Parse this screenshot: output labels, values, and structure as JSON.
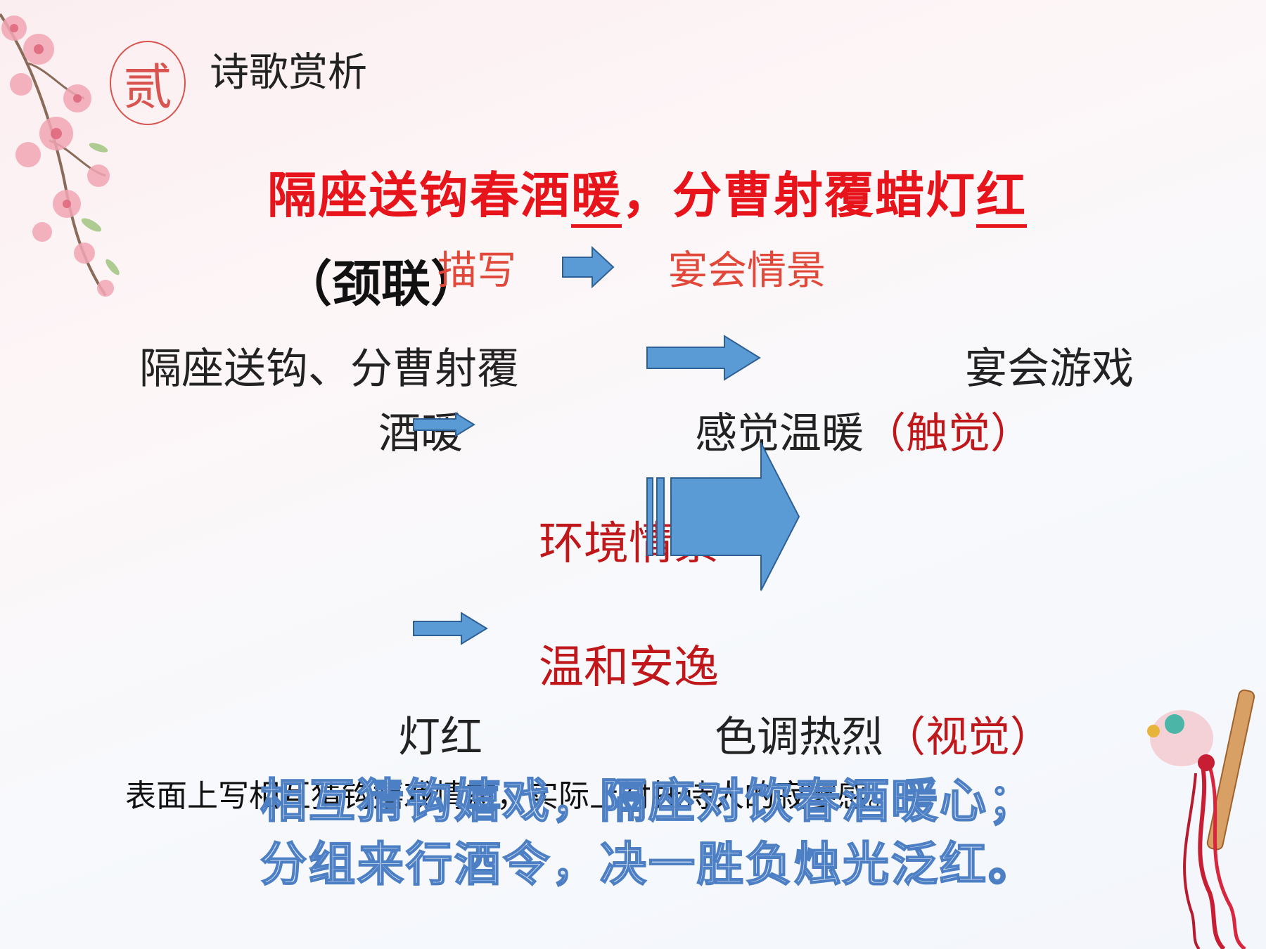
{
  "header": {
    "badge": "贰",
    "title": "诗歌赏析"
  },
  "poem": {
    "part1": "隔座送钩春酒",
    "part1_underlined": "暖",
    "part2": "，分曹射覆蜡灯",
    "part2_underlined": "红",
    "label": "（颈联）"
  },
  "flow": {
    "describe": "描写",
    "banquet_scene": "宴会情景",
    "row1_left": "隔座送钩、分曹射覆",
    "row1_right": "宴会游戏",
    "row2_left": "酒暖",
    "row2_right": "感觉温暖",
    "row2_right_sense": "（触觉）",
    "environment": "环境情景",
    "mood": "温和安逸",
    "row3_left": "灯红",
    "row3_right": "色调热烈",
    "row3_right_sense": "（视觉）"
  },
  "summary": "表面上写相互猜钩嬉戏情态，实际上衬托诗人的寂寥感。",
  "translation": {
    "line1": "相互猜钩嬉戏，隔座对饮春酒暖心；",
    "line2": "分组来行酒令，决一胜负烛光泛红。"
  },
  "colors": {
    "accent_red": "#e8141b",
    "arrow_blue": "#5b9bd5"
  }
}
